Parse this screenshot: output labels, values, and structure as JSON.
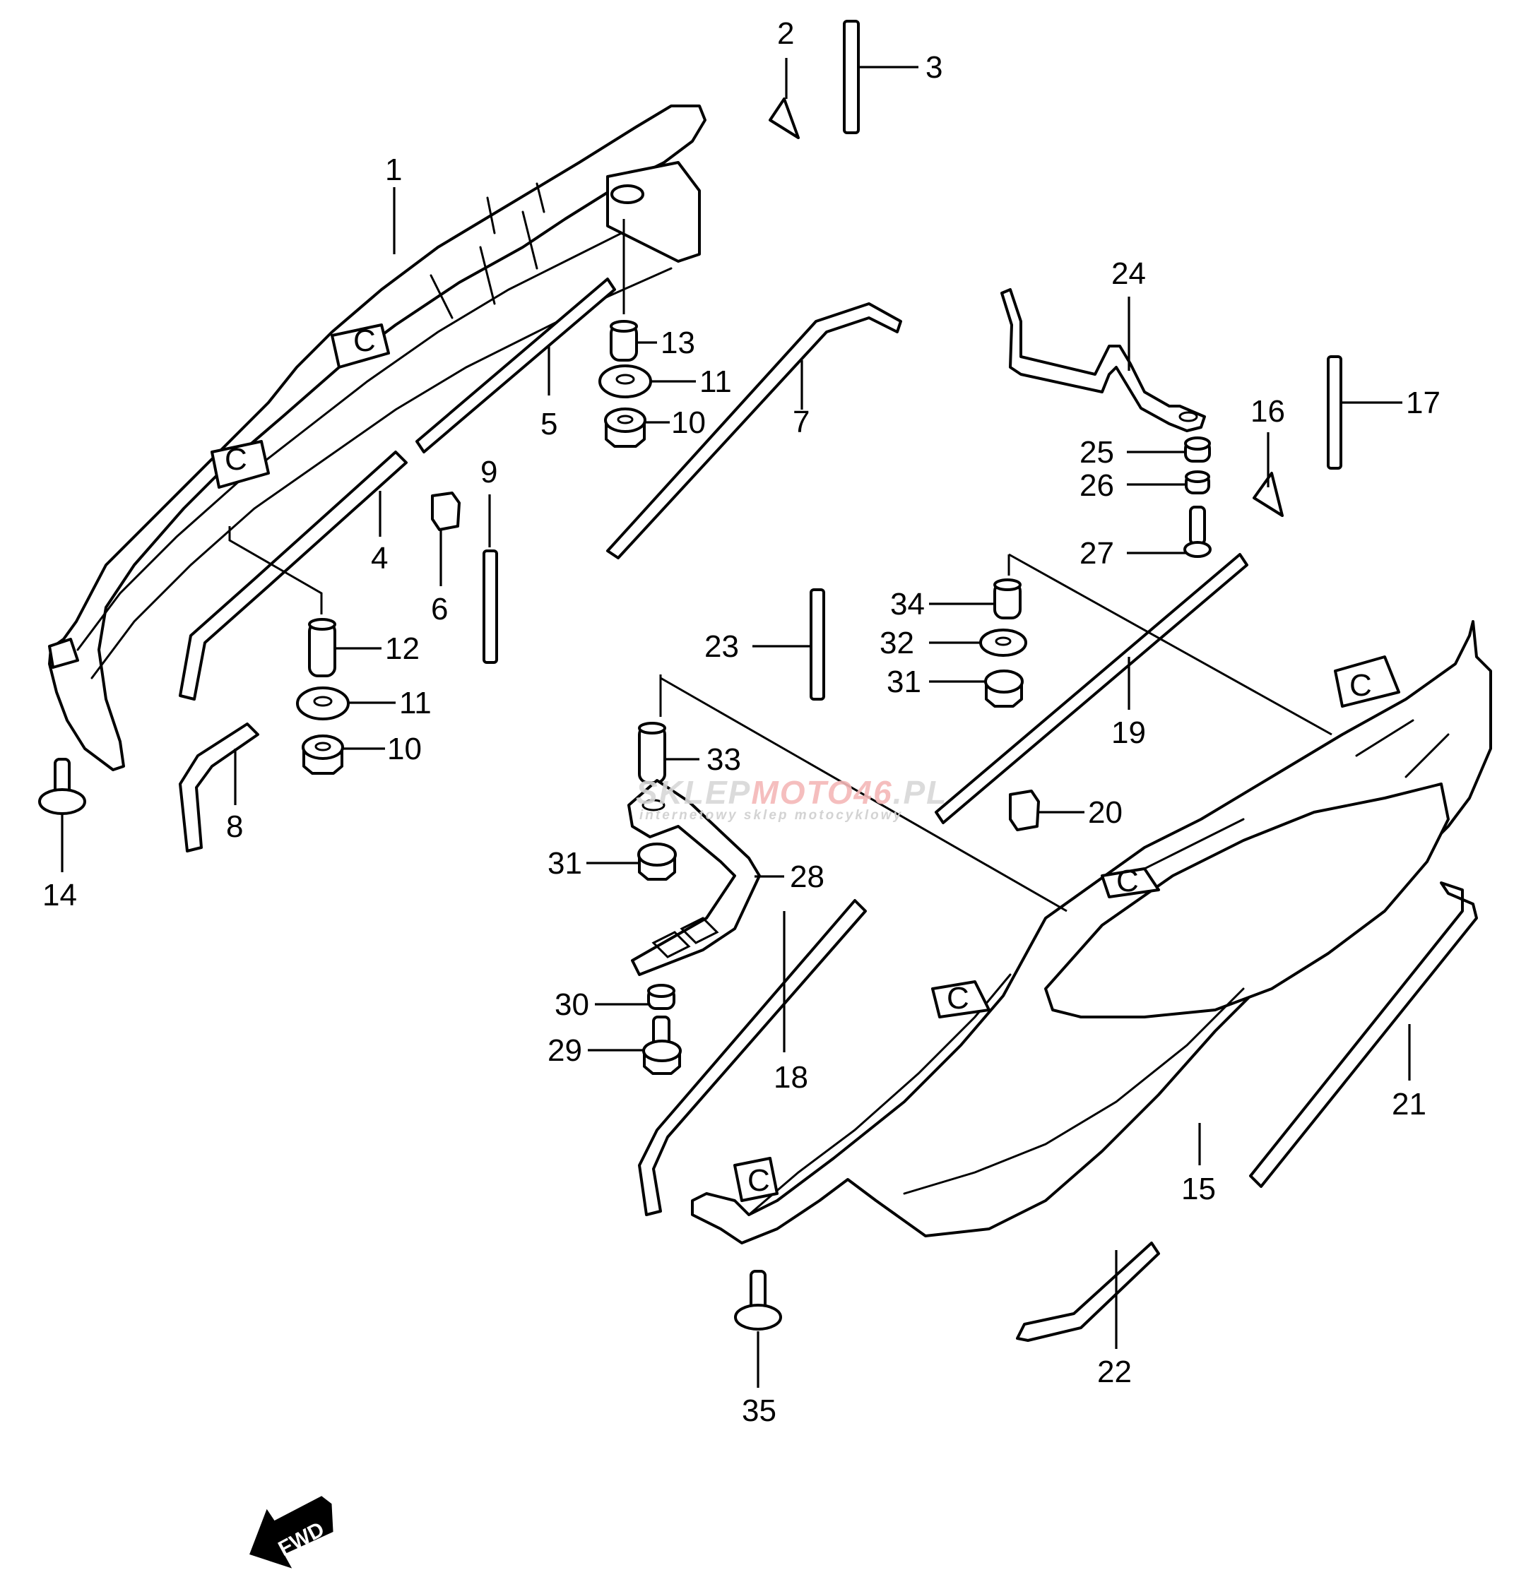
{
  "diagram": {
    "type": "exploded-parts-view",
    "callouts": [
      {
        "id": "1",
        "label": "1"
      },
      {
        "id": "2",
        "label": "2"
      },
      {
        "id": "3",
        "label": "3"
      },
      {
        "id": "4",
        "label": "4"
      },
      {
        "id": "5",
        "label": "5"
      },
      {
        "id": "6",
        "label": "6"
      },
      {
        "id": "7",
        "label": "7"
      },
      {
        "id": "8",
        "label": "8"
      },
      {
        "id": "9",
        "label": "9"
      },
      {
        "id": "10a",
        "label": "10"
      },
      {
        "id": "10b",
        "label": "10"
      },
      {
        "id": "11a",
        "label": "11"
      },
      {
        "id": "11b",
        "label": "11"
      },
      {
        "id": "12",
        "label": "12"
      },
      {
        "id": "13",
        "label": "13"
      },
      {
        "id": "14",
        "label": "14"
      },
      {
        "id": "15",
        "label": "15"
      },
      {
        "id": "16",
        "label": "16"
      },
      {
        "id": "17",
        "label": "17"
      },
      {
        "id": "18",
        "label": "18"
      },
      {
        "id": "19",
        "label": "19"
      },
      {
        "id": "20",
        "label": "20"
      },
      {
        "id": "21",
        "label": "21"
      },
      {
        "id": "22",
        "label": "22"
      },
      {
        "id": "23",
        "label": "23"
      },
      {
        "id": "24",
        "label": "24"
      },
      {
        "id": "25",
        "label": "25"
      },
      {
        "id": "26",
        "label": "26"
      },
      {
        "id": "27",
        "label": "27"
      },
      {
        "id": "28",
        "label": "28"
      },
      {
        "id": "29",
        "label": "29"
      },
      {
        "id": "30",
        "label": "30"
      },
      {
        "id": "31a",
        "label": "31"
      },
      {
        "id": "31b",
        "label": "31"
      },
      {
        "id": "32",
        "label": "32"
      },
      {
        "id": "33",
        "label": "33"
      },
      {
        "id": "34",
        "label": "34"
      },
      {
        "id": "35",
        "label": "35"
      }
    ],
    "direction_arrow": {
      "label": "FWD"
    }
  },
  "watermark": {
    "brand_part1": "SKLEP",
    "brand_part2": "MOTO46",
    "brand_part3": ".PL",
    "tagline": "internetowy sklep motocyklowy"
  }
}
